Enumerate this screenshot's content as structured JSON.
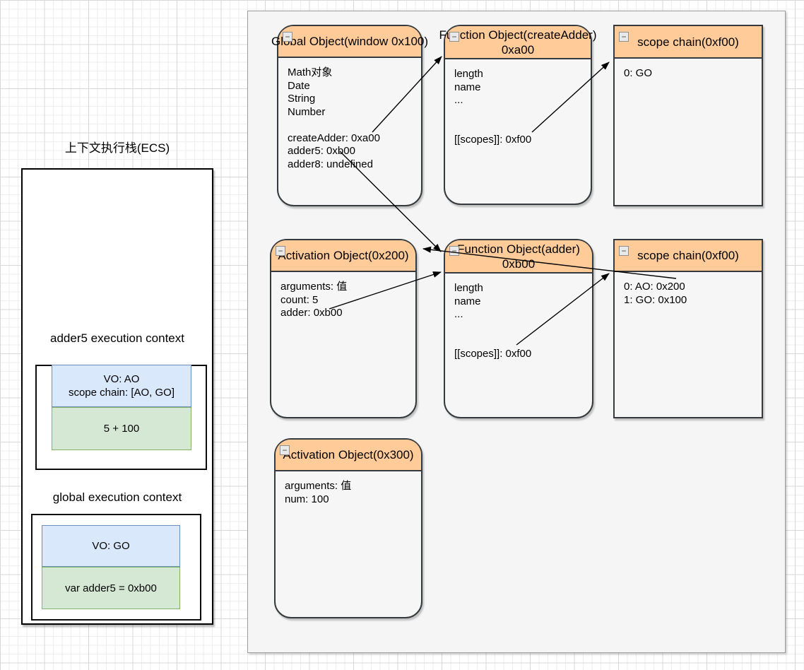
{
  "ui": {
    "collapse_glyph": "−"
  },
  "left_stack": {
    "title": "上下文执行栈(ECS)",
    "frames": [
      {
        "heading": "adder5 execution context",
        "vo_lines": [
          "VO: AO",
          "scope chain: [AO, GO]"
        ],
        "code": "5 + 100"
      },
      {
        "heading": "global execution context",
        "vo_lines": [
          "VO: GO"
        ],
        "code": "var adder5 = 0xb00"
      }
    ]
  },
  "objects": [
    {
      "id": "global-object",
      "title_lines": [
        "Global Object(window 0x100)"
      ],
      "body_lines": [
        "Math对象",
        "Date",
        "String",
        "Number",
        "",
        "createAdder: 0xa00",
        "adder5: 0xb00",
        "adder8: undefined"
      ]
    },
    {
      "id": "function-object-createadder",
      "title_lines": [
        "Function Object(createAdder)",
        "0xa00"
      ],
      "body_lines": [
        "length",
        "name",
        "...",
        "",
        "",
        "[[scopes]]: 0xf00"
      ]
    },
    {
      "id": "scope-chain-1",
      "title_lines": [
        "scope chain(0xf00)"
      ],
      "body_lines": [
        "0: GO"
      ]
    },
    {
      "id": "activation-object-0x200",
      "title_lines": [
        "Activation Object(0x200)"
      ],
      "body_lines": [
        "arguments: 值",
        "count: 5",
        "adder: 0xb00"
      ]
    },
    {
      "id": "function-object-adder",
      "title_lines": [
        "Function Object(adder)",
        "0xb00"
      ],
      "body_lines": [
        "length",
        "name",
        "...",
        "",
        "",
        "[[scopes]]: 0xf00"
      ]
    },
    {
      "id": "scope-chain-2",
      "title_lines": [
        "scope chain(0xf00)"
      ],
      "body_lines": [
        "0: AO: 0x200",
        "1: GO: 0x100"
      ]
    },
    {
      "id": "activation-object-0x300",
      "title_lines": [
        "Activation Object(0x300)"
      ],
      "body_lines": [
        "arguments: 值",
        "num: 100"
      ]
    }
  ],
  "arrows": [
    {
      "from": "global-object.createAdder",
      "to": "function-object-createadder"
    },
    {
      "from": "global-object.adder5",
      "to": "function-object-adder"
    },
    {
      "from": "function-object-createadder.scopes",
      "to": "scope-chain-1"
    },
    {
      "from": "activation-object-0x200.adder",
      "to": "function-object-adder"
    },
    {
      "from": "function-object-adder.scopes",
      "to": "scope-chain-2"
    },
    {
      "from": "scope-chain-2.item0",
      "to": "activation-object-0x200"
    }
  ],
  "colors": {
    "header_orange": "#ffcc99",
    "box_border": "#36393d",
    "panel_fill": "#f4f5f4",
    "blue_fill": "#dae8fc",
    "blue_border": "#6c8ebf",
    "green_fill": "#d5e8d4",
    "green_border": "#82b366"
  }
}
